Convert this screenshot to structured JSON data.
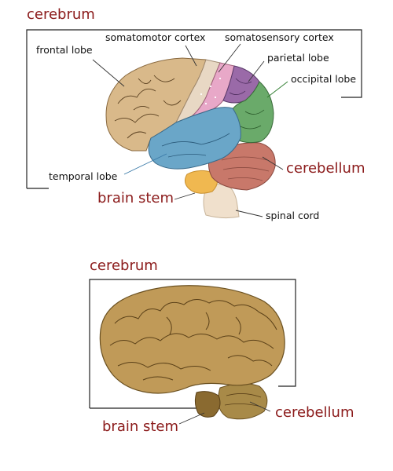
{
  "top_diagram": {
    "labels": {
      "cerebrum": "cerebrum",
      "frontal_lobe": "frontal lobe",
      "somatomotor_cortex": "somatomotor cortex",
      "somatosensory_cortex": "somatosensory cortex",
      "parietal_lobe": "parietal lobe",
      "occipital_lobe": "occipital lobe",
      "cerebellum": "cerebellum",
      "temporal_lobe": "temporal lobe",
      "brain_stem": "brain stem",
      "spinal_cord": "spinal cord"
    },
    "colors": {
      "frontal": "#d9b98a",
      "somatomotor": "#e8d8c4",
      "somatosensory": "#e8a8c8",
      "parietal": "#9a6aa8",
      "occipital": "#6aaa6a",
      "temporal": "#6aa6c8",
      "cerebellum": "#c8786a",
      "brain_stem": "#f0b850",
      "spinal_cord": "#f0e0cc"
    }
  },
  "bottom_diagram": {
    "labels": {
      "cerebrum": "cerebrum",
      "cerebellum": "cerebellum",
      "brain_stem": "brain stem"
    }
  }
}
